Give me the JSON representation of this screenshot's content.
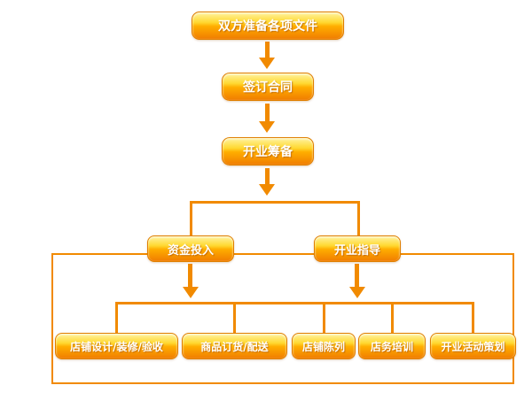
{
  "diagram": {
    "type": "flowchart",
    "accent_color": "#F18A00",
    "colors": {
      "node_gradient_top": "#FFD830",
      "node_gradient_bottom": "#F07D00",
      "node_border": "#E07F00",
      "node_text": "#FFFFFF",
      "connector_line": "#F18A00",
      "background": "#FFFFFF"
    },
    "nodes": [
      {
        "id": "prepare-documents",
        "label": "双方准备各项文件"
      },
      {
        "id": "sign-contract",
        "label": "签订合同"
      },
      {
        "id": "opening-preparation",
        "label": "开业筹备"
      },
      {
        "id": "capital-investment",
        "label": "资金投入"
      },
      {
        "id": "opening-guidance",
        "label": "开业指导"
      },
      {
        "id": "store-design-decoration-acceptance",
        "label": "店铺设计/装修/验收"
      },
      {
        "id": "goods-ordering-delivery",
        "label": "商品订货/配送"
      },
      {
        "id": "store-display",
        "label": "店铺陈列"
      },
      {
        "id": "store-training",
        "label": "店务培训"
      },
      {
        "id": "opening-activity-planning",
        "label": "开业活动策划"
      }
    ],
    "edges": [
      {
        "from": "prepare-documents",
        "to": "sign-contract"
      },
      {
        "from": "sign-contract",
        "to": "opening-preparation"
      },
      {
        "from": "opening-preparation",
        "to": "capital-investment"
      },
      {
        "from": "opening-preparation",
        "to": "opening-guidance"
      },
      {
        "from": "capital-investment",
        "to": "bottom-row"
      },
      {
        "from": "opening-guidance",
        "to": "bottom-row"
      },
      {
        "from": "bottom-row",
        "to": "store-design-decoration-acceptance"
      },
      {
        "from": "bottom-row",
        "to": "goods-ordering-delivery"
      },
      {
        "from": "bottom-row",
        "to": "store-display"
      },
      {
        "from": "bottom-row",
        "to": "store-training"
      },
      {
        "from": "bottom-row",
        "to": "opening-activity-planning"
      }
    ]
  }
}
